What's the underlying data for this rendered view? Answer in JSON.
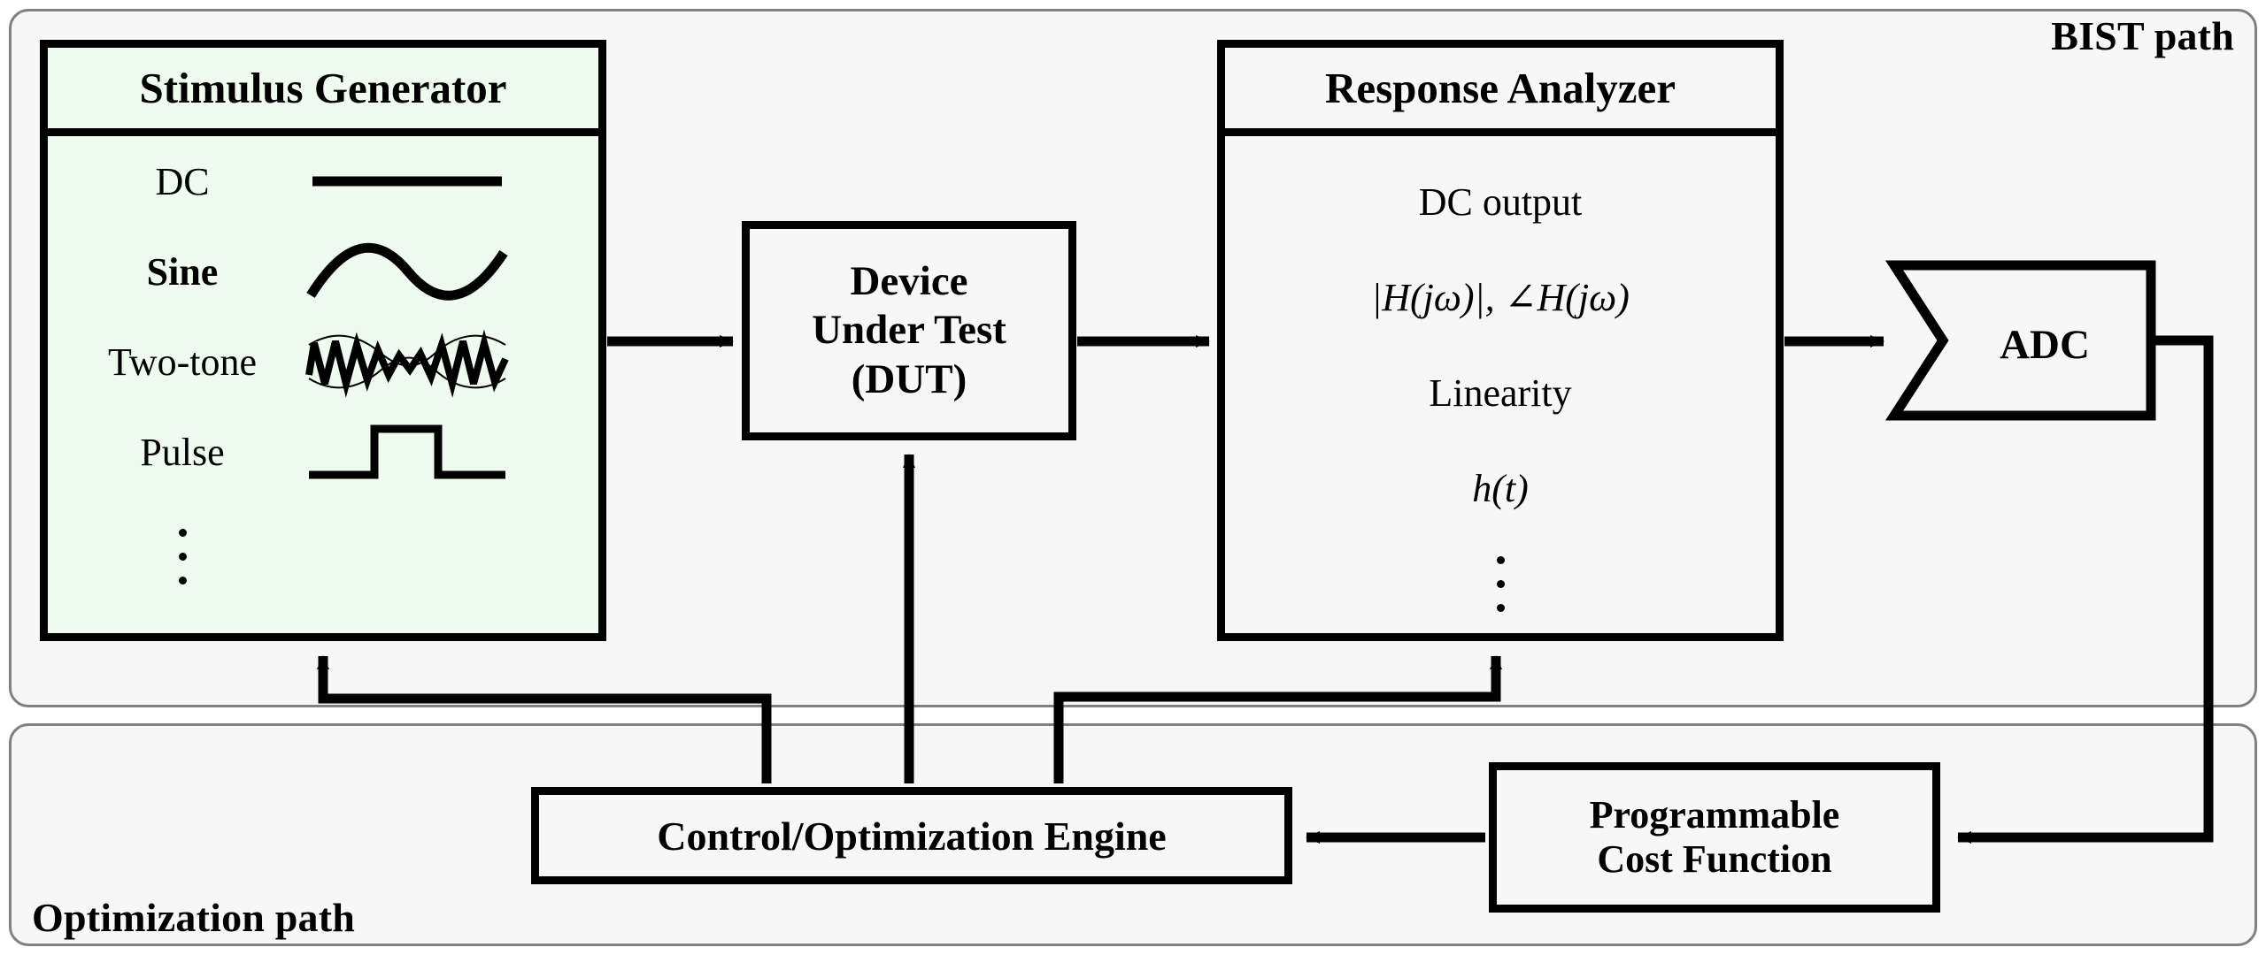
{
  "panels": {
    "bist": {
      "label": "BIST path"
    },
    "optimization": {
      "label": "Optimization path"
    }
  },
  "stimulus_generator": {
    "title": "Stimulus Generator",
    "background_color": "#effbef",
    "items": [
      {
        "label": "DC",
        "waveform": "dc-line",
        "selected": false
      },
      {
        "label": "Sine",
        "waveform": "sine-wave",
        "selected": true
      },
      {
        "label": "Two-tone",
        "waveform": "two-tone-wave",
        "selected": false
      },
      {
        "label": "Pulse",
        "waveform": "pulse-wave",
        "selected": false
      }
    ],
    "more_indicator": "⋮"
  },
  "dut": {
    "lines": [
      "Device",
      "Under Test",
      "(DUT)"
    ]
  },
  "response_analyzer": {
    "title": "Response Analyzer",
    "items": [
      "DC output",
      "|H(jω)|, ∠H(jω)",
      "Linearity",
      "h(t)"
    ],
    "more_indicator": "⋮"
  },
  "adc": {
    "label": "ADC"
  },
  "control_engine": {
    "label": "Control/Optimization Engine"
  },
  "cost_function": {
    "lines": [
      "Programmable",
      "Cost Function"
    ]
  },
  "colors": {
    "line": "#000000",
    "panel_border": "#808080",
    "panel_fill": "#f7f7f7",
    "stimulus_fill": "#effbef",
    "page_background": "#ffffff"
  },
  "connections": [
    {
      "from": "stimulus-generator",
      "to": "dut",
      "direction": "right"
    },
    {
      "from": "dut",
      "to": "response-analyzer",
      "direction": "right"
    },
    {
      "from": "response-analyzer",
      "to": "adc",
      "direction": "right"
    },
    {
      "from": "adc",
      "to": "cost-function",
      "direction": "down-left"
    },
    {
      "from": "cost-function",
      "to": "control-engine",
      "direction": "left"
    },
    {
      "from": "control-engine",
      "to": "stimulus-generator",
      "direction": "up-left"
    },
    {
      "from": "control-engine",
      "to": "dut",
      "direction": "up"
    },
    {
      "from": "control-engine",
      "to": "response-analyzer",
      "direction": "up-right"
    }
  ]
}
